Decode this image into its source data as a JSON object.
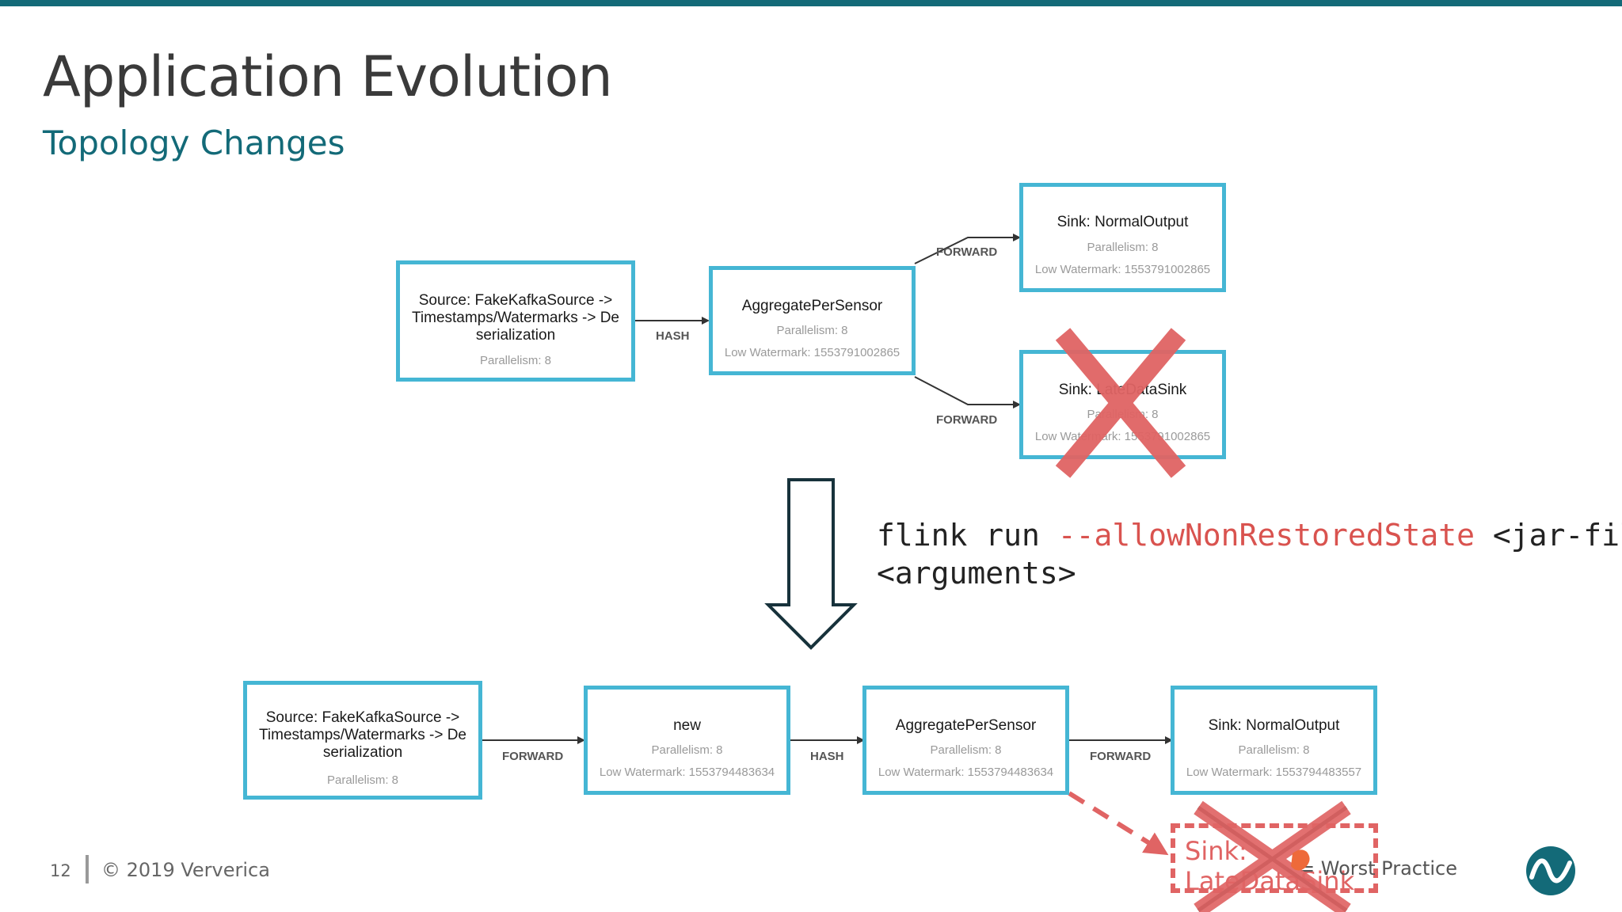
{
  "slide": {
    "title": "Application Evolution",
    "subtitle": "Topology Changes",
    "page_number": "12",
    "copyright": "© 2019 Ververica",
    "tag": "= Worst Practice"
  },
  "top_graph": {
    "source": {
      "name": "Source: FakeKafkaSource ->\nTimestamps/Watermarks -> De\nserialization",
      "parallelism": "Parallelism: 8"
    },
    "aggregate": {
      "name": "AggregatePerSensor",
      "parallelism": "Parallelism: 8",
      "watermark": "Low Watermark: 1553791002865"
    },
    "sink_normal": {
      "name": "Sink: NormalOutput",
      "parallelism": "Parallelism: 8",
      "watermark": "Low Watermark: 1553791002865"
    },
    "sink_kafka": {
      "name": "Sink: LateDataSink",
      "parallelism": "Parallelism: 8",
      "watermark": "Low Watermark: 1553791002865"
    },
    "edge_hash": "HASH",
    "edge_forward_upper": "FORWARD",
    "edge_forward_lower": "FORWARD"
  },
  "command": {
    "line1_prefix": "flink run ",
    "line1_flag": "--allowNonRestoredState",
    "line1_suffix": " <jar-file",
    "line2": "<arguments>"
  },
  "bottom_graph": {
    "source": {
      "name": "Source: FakeKafkaSource ->\nTimestamps/Watermarks -> De\nserialization",
      "parallelism": "Parallelism: 8"
    },
    "new_op": {
      "name": "new",
      "parallelism": "Parallelism: 8",
      "watermark": "Low Watermark: 1553794483634"
    },
    "aggregate": {
      "name": "AggregatePerSensor",
      "parallelism": "Parallelism: 8",
      "watermark": "Low Watermark: 1553794483634"
    },
    "sink_normal": {
      "name": "Sink: NormalOutput",
      "parallelism": "Parallelism: 8",
      "watermark": "Low Watermark: 1553794483557"
    },
    "edge_forward_1": "FORWARD",
    "edge_hash": "HASH",
    "edge_forward_2": "FORWARD",
    "removed_sink": "Sink:\nLateDataSink"
  },
  "colors": {
    "accent": "#136a78",
    "node_border": "#45b6d4",
    "cross": "#e06464"
  }
}
